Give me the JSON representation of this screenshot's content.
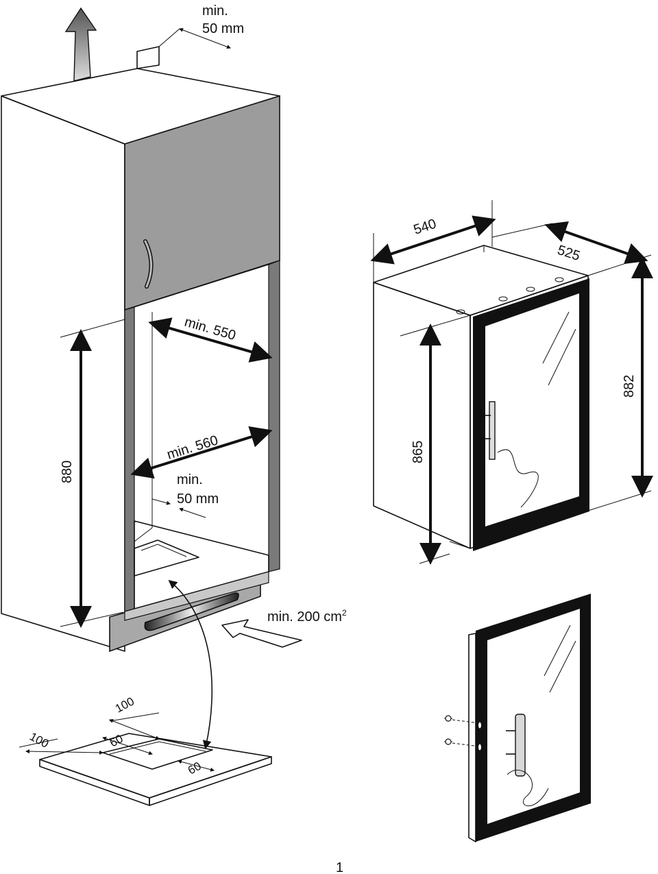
{
  "labels": {
    "top_vent_min": "min.",
    "top_vent_mm": "50 mm",
    "depth_min": "min. 550",
    "width_min": "min. 560",
    "rear_vent_min": "min.",
    "rear_vent_mm": "50 mm",
    "niche_height": "880",
    "intake_area": "min. 200 cm",
    "intake_area_sup": "2",
    "unit_width": "540",
    "unit_depth": "525",
    "unit_height_total": "882",
    "unit_height_body": "865",
    "plinth_offset_a": "100",
    "plinth_offset_b": "100",
    "plinth_cut_a": "60",
    "plinth_cut_b": "60",
    "page_number": "1"
  },
  "colors": {
    "cabinet_side": "#ffffff",
    "door_panel": "#9c9c9c",
    "niche_frame": "#7a7a7a",
    "plinth": "#a8a8a8",
    "line": "#111111",
    "glass_frame": "#111111"
  },
  "icons": {
    "airflow_up": "up-arrow-icon",
    "airflow_in": "intake-arrow-icon",
    "swing_arrow": "curved-double-arrow-icon"
  }
}
